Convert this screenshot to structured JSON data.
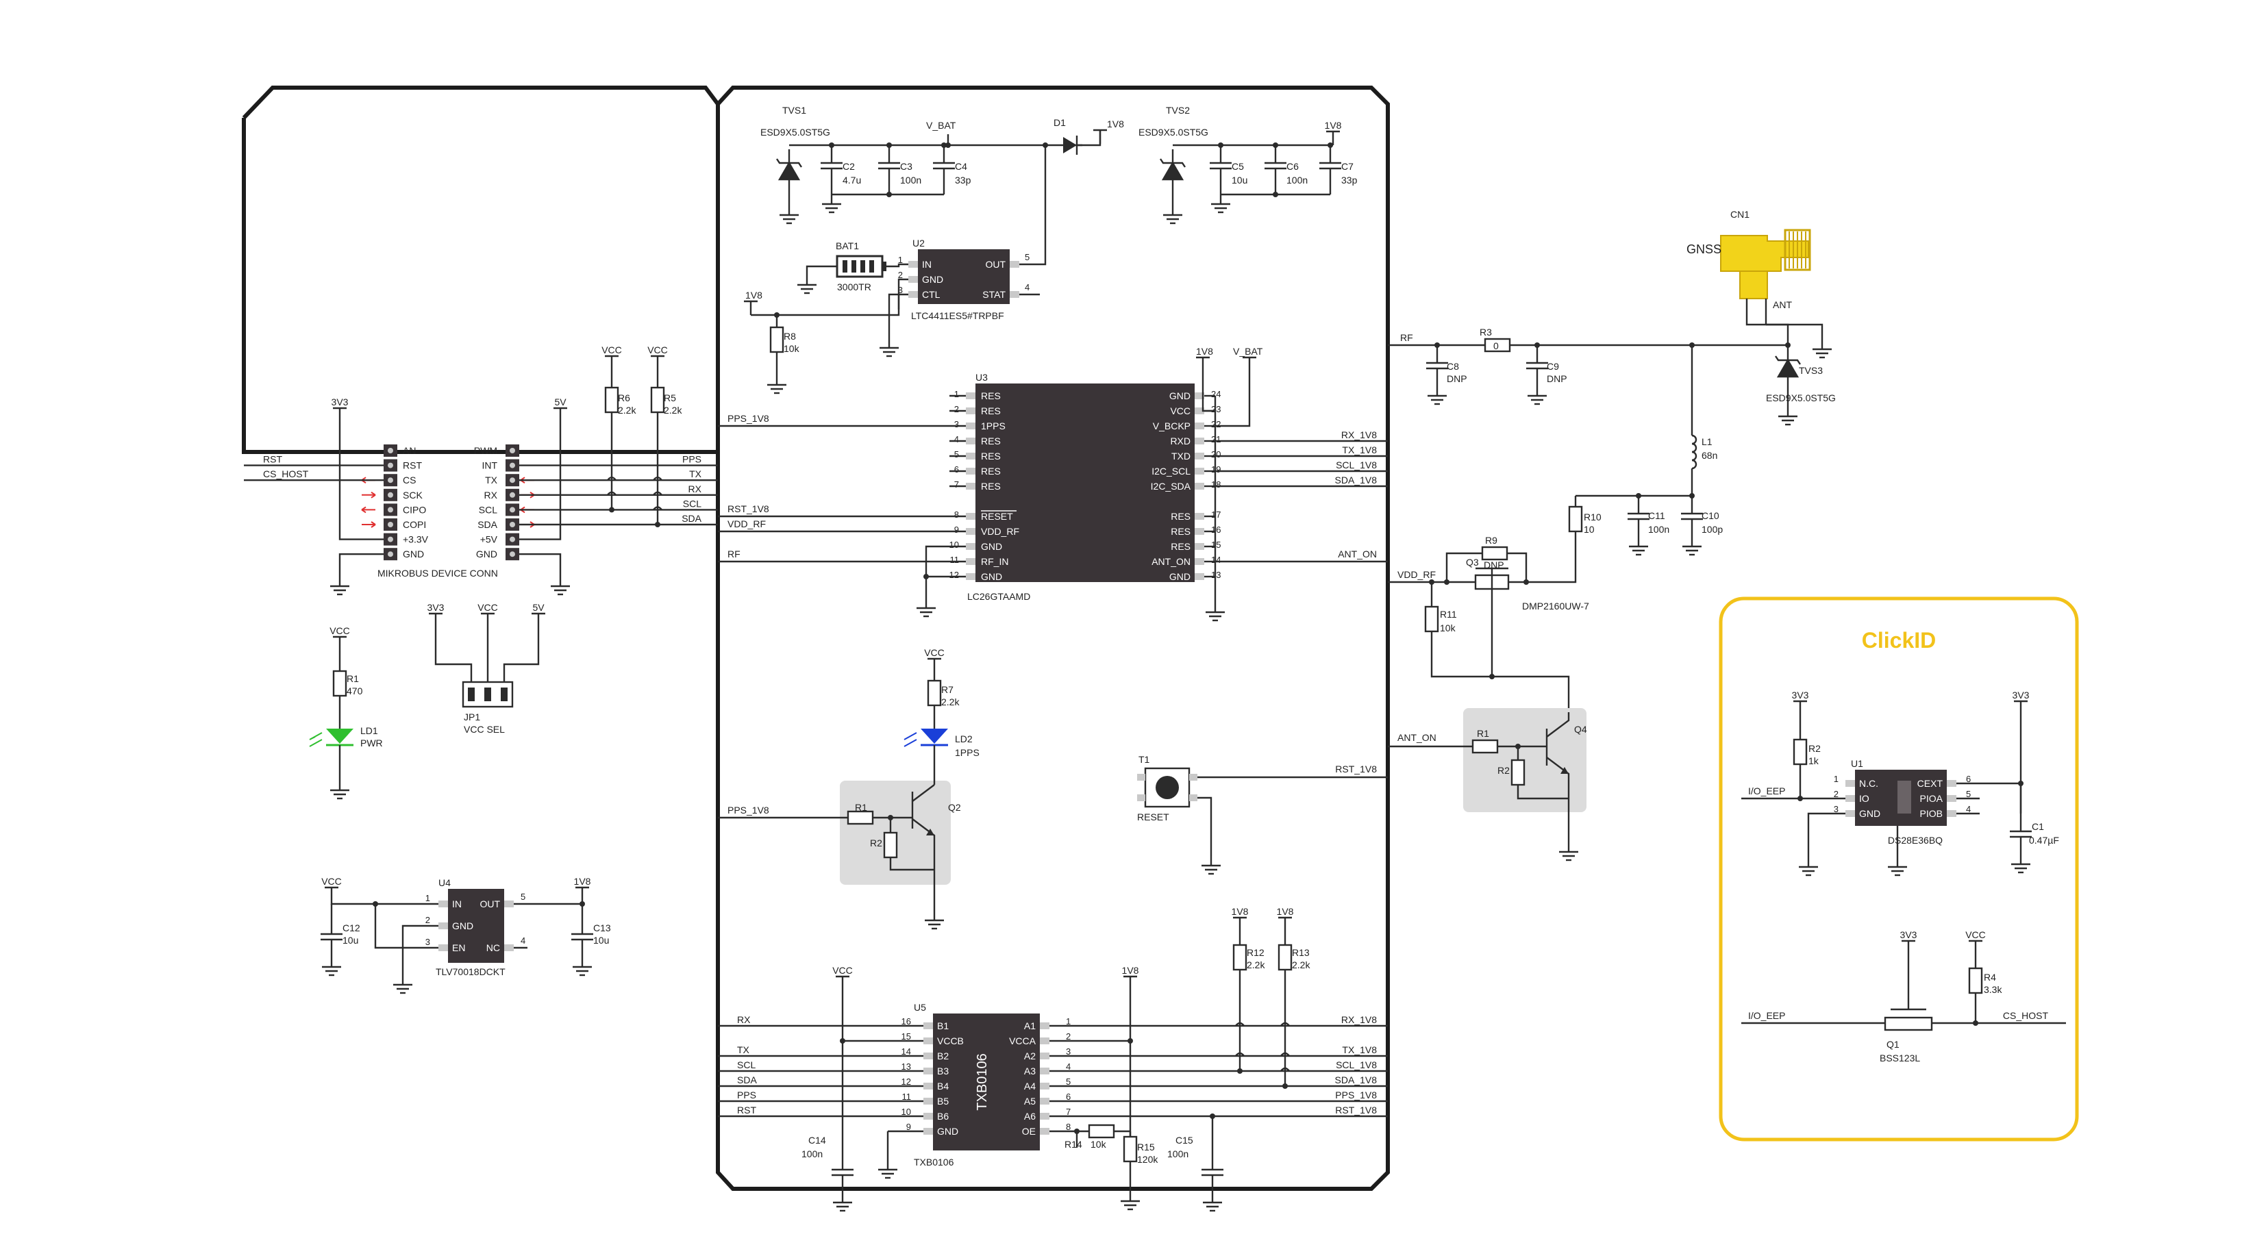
{
  "clickid": {
    "title": "ClickID",
    "accent": "#f2c21a"
  },
  "colors": {
    "ic_body": "#3a3437",
    "pin": "#c9c9c9",
    "pwr_led": "#2fbf2f",
    "pps_led": "#1a3fd8",
    "connector": "#f2d31a",
    "shade": "#dcdcdc"
  },
  "mikrobus": {
    "name": "MIKROBUS DEVICE CONN",
    "left_pins": [
      "AN",
      "RST",
      "CS",
      "SCK",
      "CIPO",
      "COPI",
      "+3.3V",
      "GND"
    ],
    "right_pins": [
      "PWM",
      "INT",
      "TX",
      "RX",
      "SCL",
      "SDA",
      "+5V",
      "GND"
    ],
    "nets_left": [
      "RST",
      "CS_HOST"
    ],
    "nets_right": [
      "PPS",
      "TX",
      "RX",
      "SCL",
      "SDA"
    ],
    "supplies": [
      "3V3",
      "5V",
      "VCC",
      "VCC"
    ],
    "r6": {
      "ref": "R6",
      "val": "2.2k"
    },
    "r5": {
      "ref": "R5",
      "val": "2.2k"
    }
  },
  "pwr_led": {
    "vcc": "VCC",
    "r_ref": "R1",
    "r_val": "470",
    "led_ref": "LD1",
    "led_val": "PWR"
  },
  "jumper": {
    "ref": "JP1",
    "val": "VCC SEL",
    "pins": [
      "3V3",
      "VCC",
      "5V"
    ]
  },
  "u4": {
    "ref": "U4",
    "part": "TLV70018DCKT",
    "pins_l": [
      "IN",
      "GND",
      "EN"
    ],
    "pins_r": [
      "OUT",
      "NC"
    ],
    "nums_l": [
      "1",
      "2",
      "3"
    ],
    "nums_r": [
      "5",
      "4"
    ],
    "vin": "VCC",
    "vout": "1V8",
    "c12": {
      "ref": "C12",
      "val": "10u"
    },
    "c13": {
      "ref": "C13",
      "val": "10u"
    }
  },
  "power": {
    "tvs1": {
      "ref": "TVS1",
      "part": "ESD9X5.0ST5G"
    },
    "vbat": "V_BAT",
    "d1": "D1",
    "v1v8": "1V8",
    "c2": {
      "ref": "C2",
      "val": "4.7u"
    },
    "c3": {
      "ref": "C3",
      "val": "100n"
    },
    "c4": {
      "ref": "C4",
      "val": "33p"
    },
    "tvs2": {
      "ref": "TVS2",
      "part": "ESD9X5.0ST5G"
    },
    "c5": {
      "ref": "C5",
      "val": "10u"
    },
    "c6": {
      "ref": "C6",
      "val": "100n"
    },
    "c7": {
      "ref": "C7",
      "val": "33p"
    }
  },
  "u2": {
    "ref": "U2",
    "part": "LTC4411ES5#TRPBF",
    "bat": "BAT1",
    "bat_part": "3000TR",
    "pins_l": [
      "IN",
      "GND",
      "CTL"
    ],
    "pins_r": [
      "OUT",
      "STAT"
    ],
    "nums_l": [
      "1",
      "2",
      "3"
    ],
    "nums_r": [
      "5",
      "4"
    ],
    "r8": {
      "ref": "R8",
      "val": "10k"
    },
    "sup": "1V8"
  },
  "u3": {
    "ref": "U3",
    "part": "LC26GTAAMD",
    "left_pins": [
      "RES",
      "RES",
      "1PPS",
      "RES",
      "RES",
      "RES",
      "RES",
      "RESET",
      "VDD_RF",
      "GND",
      "RF_IN",
      "GND"
    ],
    "left_nums": [
      "1",
      "2",
      "3",
      "4",
      "5",
      "6",
      "7",
      "8",
      "9",
      "10",
      "11",
      "12"
    ],
    "right_pins": [
      "GND",
      "VCC",
      "V_BCKP",
      "RXD",
      "TXD",
      "I2C_SCL",
      "I2C_SDA",
      "RES",
      "RES",
      "RES",
      "ANT_ON",
      "GND"
    ],
    "right_nums": [
      "24",
      "23",
      "22",
      "21",
      "20",
      "19",
      "18",
      "17",
      "16",
      "15",
      "14",
      "13"
    ],
    "nets_left": [
      "PPS_1V8",
      "RST_1V8",
      "VDD_RF",
      "RF"
    ],
    "nets_right": [
      "RX_1V8",
      "TX_1V8",
      "SCL_1V8",
      "SDA_1V8",
      "ANT_ON"
    ],
    "sup1": "1V8",
    "sup2": "V_BAT"
  },
  "pps_led": {
    "vcc": "VCC",
    "r_ref": "R7",
    "r_val": "2.2k",
    "led_ref": "LD2",
    "led_val": "1PPS",
    "net": "PPS_1V8",
    "q": "Q2",
    "r1": "R1",
    "r2": "R2"
  },
  "reset": {
    "ref": "T1",
    "val": "RESET",
    "net": "RST_1V8"
  },
  "rf": {
    "net": "RF",
    "r3": {
      "ref": "R3",
      "val": "0"
    },
    "c8": {
      "ref": "C8",
      "val": "DNP"
    },
    "c9": {
      "ref": "C9",
      "val": "DNP"
    },
    "cn1": "CN1",
    "gnss": "GNSS",
    "ant": "ANT",
    "tvs3": {
      "ref": "TVS3",
      "part": "ESD9X5.0ST5G"
    },
    "l1": {
      "ref": "L1",
      "val": "68n"
    },
    "r10": {
      "ref": "R10",
      "val": "10"
    },
    "c11": {
      "ref": "C11",
      "val": "100n"
    },
    "c10": {
      "ref": "C10",
      "val": "100p"
    },
    "r9": {
      "ref": "R9",
      "val": "DNP"
    },
    "q3": {
      "ref": "Q3",
      "part": "DMP2160UW-7"
    },
    "vdd_rf": "VDD_RF",
    "r11": {
      "ref": "R11",
      "val": "10k"
    },
    "ant_on": "ANT_ON",
    "q4": "Q4",
    "r1": "R1",
    "r2": "R2"
  },
  "u5": {
    "ref": "U5",
    "part": "TXB0106",
    "pins_l": [
      "B1",
      "VCCB",
      "B2",
      "B3",
      "B4",
      "B5",
      "B6",
      "GND"
    ],
    "nums_l": [
      "16",
      "15",
      "14",
      "13",
      "12",
      "11",
      "10",
      "9"
    ],
    "pins_r": [
      "A1",
      "VCCA",
      "A2",
      "A3",
      "A4",
      "A5",
      "A6",
      "OE"
    ],
    "nums_r": [
      "1",
      "2",
      "3",
      "4",
      "5",
      "6",
      "7",
      "8"
    ],
    "nets_l": [
      "RX",
      "TX",
      "SCL",
      "SDA",
      "PPS",
      "RST"
    ],
    "nets_r": [
      "RX_1V8",
      "TX_1V8",
      "SCL_1V8",
      "SDA_1V8",
      "PPS_1V8",
      "RST_1V8"
    ],
    "vccb": "VCC",
    "vcca": "1V8",
    "c14": {
      "ref": "C14",
      "val": "100n"
    },
    "c15": {
      "ref": "C15",
      "val": "100n"
    },
    "r12": {
      "ref": "R12",
      "val": "2.2k"
    },
    "r13": {
      "ref": "R13",
      "val": "2.2k"
    },
    "r14": {
      "ref": "R14",
      "val": "10k"
    },
    "r15": {
      "ref": "R15",
      "val": "120k"
    },
    "sup1": "1V8",
    "sup2": "1V8"
  },
  "clickid_ckt": {
    "u1": {
      "ref": "U1",
      "part": "DS28E36BQ",
      "pins_l": [
        "N.C.",
        "IO",
        "GND"
      ],
      "pins_r": [
        "CEXT",
        "PIOA",
        "PIOB"
      ],
      "nums_l": [
        "1",
        "2",
        "3"
      ],
      "nums_r": [
        "6",
        "5",
        "4"
      ]
    },
    "r2": {
      "ref": "R2",
      "val": "1k"
    },
    "c1": {
      "ref": "C1",
      "val": "0.47µF"
    },
    "v3v3": "3V3",
    "io": "I/O_EEP",
    "q1": {
      "ref": "Q1",
      "part": "BSS123L"
    },
    "r4": {
      "ref": "R4",
      "val": "3.3k"
    },
    "vcc": "VCC",
    "cs": "CS_HOST"
  }
}
